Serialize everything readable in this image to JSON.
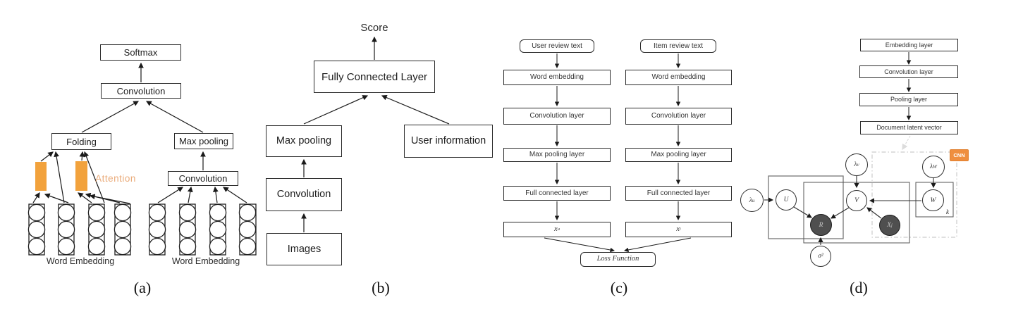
{
  "panel_a": {
    "caption": "(a)",
    "softmax": "Softmax",
    "convolution_top": "Convolution",
    "folding": "Folding",
    "max_pooling": "Max pooling",
    "convolution_right": "Convolution",
    "attention": "Attention",
    "word_embedding_left": "Word Embedding",
    "word_embedding_right": "Word Embedding"
  },
  "panel_b": {
    "caption": "(b)",
    "score": "Score",
    "fully_connected_layer": "Fully Connected Layer",
    "max_pooling": "Max pooling",
    "user_information": "User information",
    "convolution": "Convolution",
    "images": "Images"
  },
  "panel_c": {
    "caption": "(c)",
    "user_source": "User review text",
    "item_source": "Item review text",
    "user_layers": [
      "Word embedding",
      "Convolution layer",
      "Max pooling layer",
      "Full connected layer"
    ],
    "item_layers": [
      "Word embedding",
      "Convolution layer",
      "Max pooling layer",
      "Full connected layer"
    ],
    "user_vector": {
      "base": "x",
      "sub": "u"
    },
    "item_vector": {
      "base": "x",
      "sub": "i"
    },
    "loss": "Loss Function"
  },
  "panel_d": {
    "caption": "(d)",
    "layers": [
      "Embedding layer",
      "Convolution layer",
      "Pooling layer",
      "Document latent vector"
    ],
    "cnn_badge": "CNN",
    "plate_k_label": "k",
    "nodes": {
      "lambda_u": {
        "base": "λ",
        "sub": "u"
      },
      "lambda_v": {
        "base": "λ",
        "sub": "v"
      },
      "lambda_w": {
        "base": "λ",
        "sub": "W"
      },
      "user": "U",
      "item": "V",
      "weights": "W",
      "rating": "R",
      "document": {
        "base": "X",
        "sub": "j"
      },
      "sigma": "σ²"
    }
  },
  "colors": {
    "attention_bar_orange": "#F2A23C",
    "attention_text_orange": "#E8A26C",
    "cnn_badge_orange": "#EF8F3F",
    "shaded_node_gray": "#4F4F4F",
    "line_black": "#1A1A1A"
  }
}
